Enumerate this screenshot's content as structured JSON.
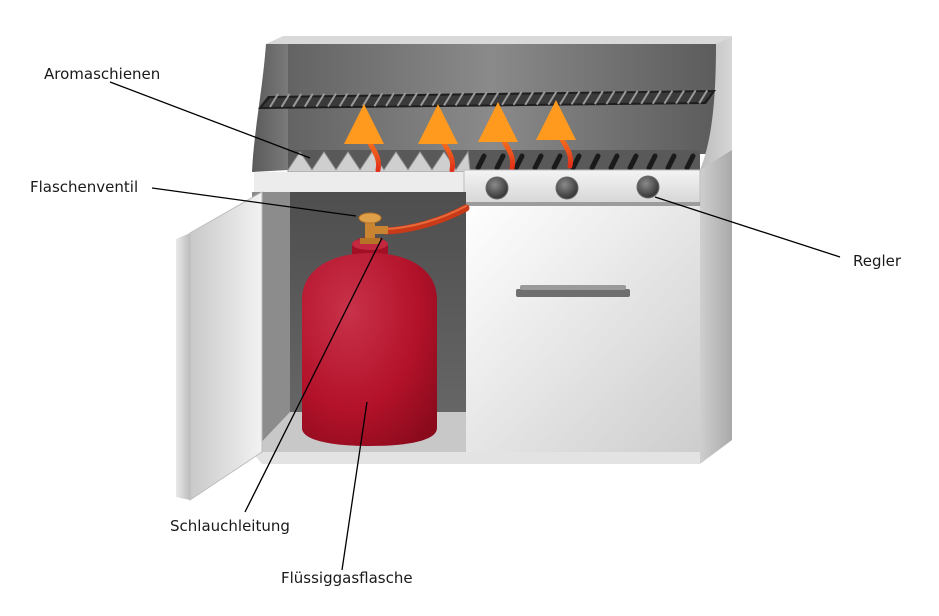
{
  "labels": {
    "aromaschienen": "Aromaschienen",
    "flaschenventil": "Flaschenventil",
    "regler": "Regler",
    "schlauchleitung": "Schlauchleitung",
    "fluessiggasflasche": "Flüssiggasflasche"
  },
  "colors": {
    "cylinder": "#b3122a",
    "hose": "#d8481e",
    "valve": "#d4913e",
    "flame": "#f26a1b",
    "steel_dark": "#6e6e6e",
    "steel_light": "#e8e8e8"
  }
}
